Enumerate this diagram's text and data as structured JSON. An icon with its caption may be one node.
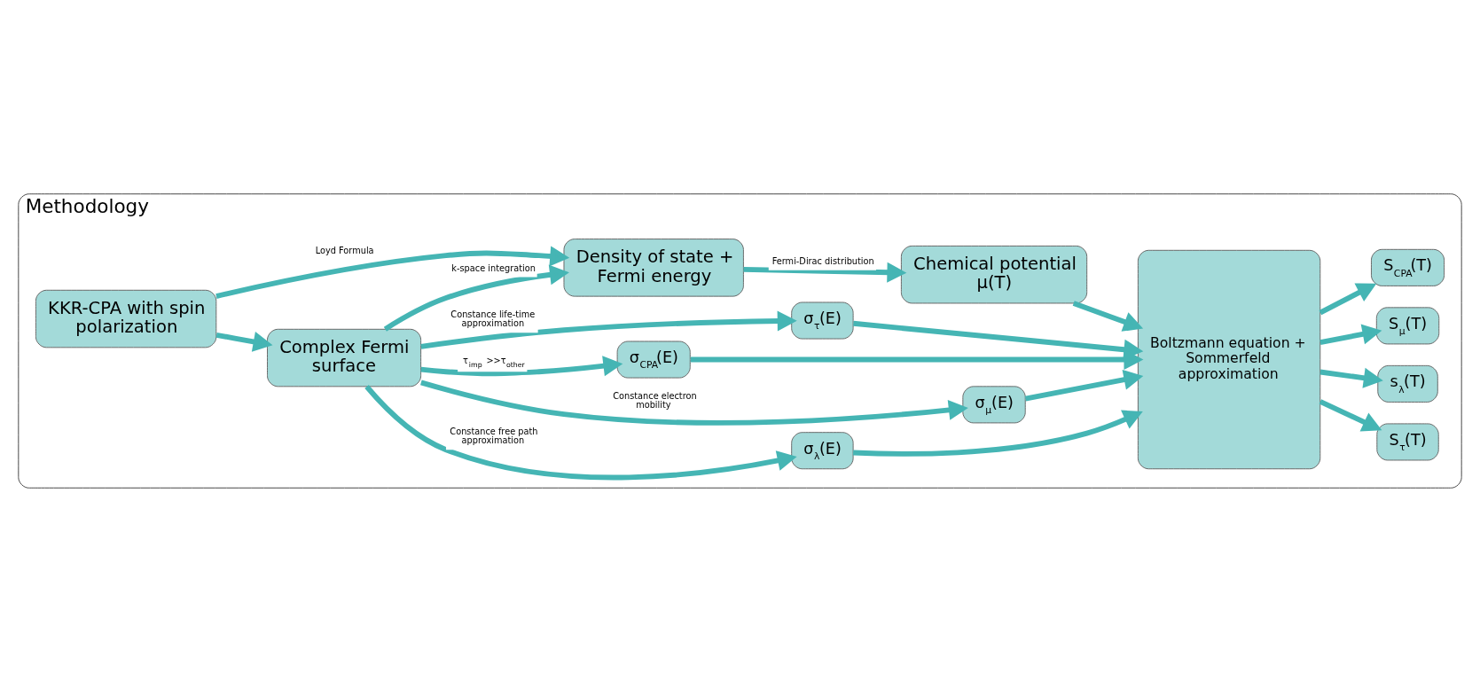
{
  "diagram": {
    "nodes": [
      {
        "text": [
          "Methodology"
        ]
      },
      {
        "text": [
          "KKR-CPA with spin polarization"
        ],
        "in": 0
      },
      {
        "text": [
          "Complex Fermi surface"
        ],
        "in": 0
      },
      {
        "text": [
          "Density of state + Fermi energy"
        ],
        "in": 0
      },
      {
        "text": [
          "Chemical potential μ(T)"
        ],
        "in": 0
      },
      {
        "text": [
          "σ$_{τ}$(E)"
        ],
        "in": 0
      },
      {
        "text": [
          "σ$_{λ}$(E)"
        ],
        "in": 0
      },
      {
        "text": [
          "σ$_{μ}$(E)"
        ],
        "in": 0
      },
      {
        "text": [
          "σ$_{CPA}$(E)"
        ],
        "in": 0
      },
      {
        "text": [
          "Boltzmann equation + Sommerfeld approximation"
        ],
        "in": 0
      },
      {
        "text": [
          "S$_{τ}$(T)"
        ],
        "in": 0
      },
      {
        "text": [
          "s$_{λ}$(T)"
        ],
        "in": 0
      },
      {
        "text": [
          "S$_{μ}$(T)"
        ],
        "in": 0
      },
      {
        "text": [
          "S$_{CPA}$(T)"
        ],
        "in": 0
      }
    ],
    "edges": [
      {
        "from": 1,
        "to": 2,
        "arrow": "to"
      },
      {
        "from": 2,
        "to": 5,
        "arrow": "to",
        "label": "Constance life-time approximation"
      },
      {
        "from": 2,
        "to": 6,
        "arrow": "to",
        "label": "Constance free path approximation"
      },
      {
        "from": 2,
        "to": 7,
        "arrow": "to",
        "label": "Constance electron mobility"
      },
      {
        "from": 2,
        "to": 8,
        "arrow": "to",
        "label": "τ$_{imp}$ >>τ$_{other}$"
      },
      {
        "from": 1,
        "to": 3,
        "arrow": "to",
        "label": "Loyd Formula"
      },
      {
        "from": 2,
        "to": 3,
        "arrow": "to",
        "label": "k-space integration"
      },
      {
        "from": 3,
        "to": 4,
        "arrow": "to",
        "label": "Fermi-Dirac distribution"
      },
      {
        "from": 5,
        "to": 9,
        "arrow": "to"
      },
      {
        "from": 6,
        "to": 9,
        "arrow": "to"
      },
      {
        "from": 7,
        "to": 9,
        "arrow": "to"
      },
      {
        "from": 8,
        "to": 9,
        "arrow": "to"
      },
      {
        "from": 4,
        "to": 9,
        "arrow": "to"
      },
      {
        "from": 9,
        "to": 10,
        "arrow": "to"
      },
      {
        "from": 9,
        "to": 11,
        "arrow": "to"
      },
      {
        "from": 9,
        "to": 12,
        "arrow": "to"
      },
      {
        "from": 9,
        "to": 13,
        "arrow": "to"
      }
    ]
  }
}
